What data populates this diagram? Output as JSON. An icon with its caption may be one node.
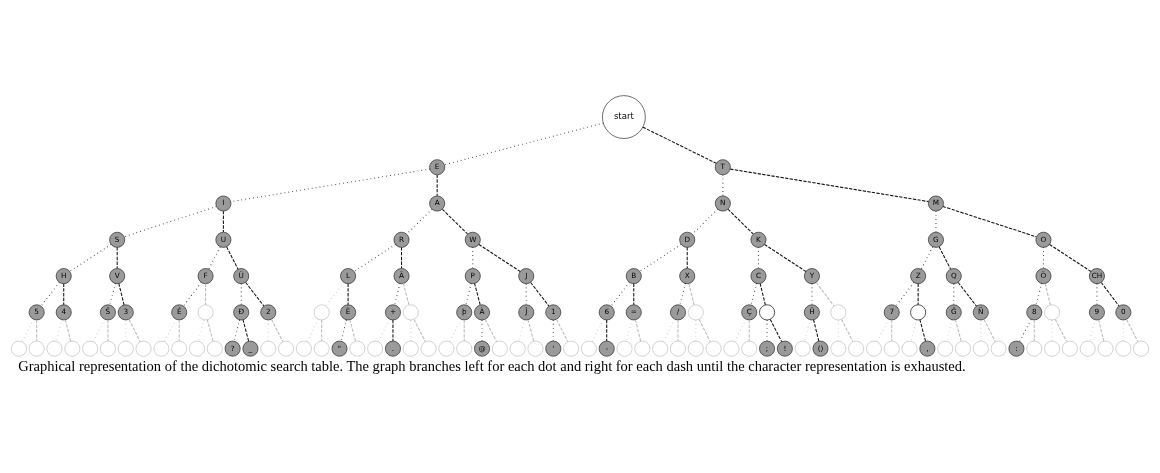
{
  "diagram": {
    "caption": "Graphical representation of the dichotomic search table. The graph branches left for each dot and right for each dash until the character representation is exhausted.",
    "nodes": [
      {
        "text": [
          "start"
        ]
      },
      {
        "text": [
          "E"
        ]
      },
      {
        "text": [
          "T"
        ]
      },
      {
        "text": [
          "I"
        ]
      },
      {
        "text": [
          "A"
        ]
      },
      {
        "text": [
          "N"
        ]
      },
      {
        "text": [
          "M"
        ]
      },
      {
        "text": [
          "S"
        ]
      },
      {
        "text": [
          "U"
        ]
      },
      {
        "text": [
          "R"
        ]
      },
      {
        "text": [
          "W"
        ]
      },
      {
        "text": [
          "D"
        ]
      },
      {
        "text": [
          "K"
        ]
      },
      {
        "text": [
          "G"
        ]
      },
      {
        "text": [
          "O"
        ]
      },
      {
        "text": [
          "H"
        ]
      },
      {
        "text": [
          "V"
        ]
      },
      {
        "text": [
          "F"
        ]
      },
      {
        "text": [
          "Ü"
        ]
      },
      {
        "text": [
          "L"
        ]
      },
      {
        "text": [
          "Ä"
        ]
      },
      {
        "text": [
          "P"
        ]
      },
      {
        "text": [
          "J"
        ]
      },
      {
        "text": [
          "B"
        ]
      },
      {
        "text": [
          "X"
        ]
      },
      {
        "text": [
          "C"
        ]
      },
      {
        "text": [
          "Y"
        ]
      },
      {
        "text": [
          "Z"
        ]
      },
      {
        "text": [
          "Q"
        ]
      },
      {
        "text": [
          "Ö"
        ]
      },
      {
        "text": [
          "CH"
        ]
      },
      {
        "text": [
          "5"
        ]
      },
      {
        "text": [
          "4"
        ]
      },
      {
        "text": [
          "Ŝ"
        ]
      },
      {
        "text": [
          "3"
        ]
      },
      {
        "text": [
          "É"
        ]
      },
      {
        "text": [],
        "shape": "circle"
      },
      {
        "text": [
          "Đ"
        ]
      },
      {
        "text": [
          "2"
        ]
      },
      {
        "text": [],
        "shape": "circle"
      },
      {
        "text": [
          "È"
        ]
      },
      {
        "text": [
          "+"
        ]
      },
      {
        "text": [],
        "shape": "circle"
      },
      {
        "text": [
          "þ"
        ]
      },
      {
        "text": [
          "À"
        ]
      },
      {
        "text": [
          "Ĵ"
        ]
      },
      {
        "text": [
          "1"
        ]
      },
      {
        "text": [
          "6"
        ]
      },
      {
        "text": [
          "="
        ]
      },
      {
        "text": [
          "/"
        ]
      },
      {
        "text": [],
        "shape": "circle"
      },
      {
        "text": [
          "Ç"
        ]
      },
      {
        "text": [],
        "shape": "circle"
      },
      {
        "text": [
          "Ĥ"
        ]
      },
      {
        "text": [],
        "shape": "circle"
      },
      {
        "text": [
          "7"
        ]
      },
      {
        "text": [],
        "shape": "circle"
      },
      {
        "text": [
          "Ĝ"
        ]
      },
      {
        "text": [
          "Ñ"
        ]
      },
      {
        "text": [
          "8"
        ]
      },
      {
        "text": [],
        "shape": "circle"
      },
      {
        "text": [
          "9"
        ]
      },
      {
        "text": [
          "0"
        ]
      },
      {
        "text": [],
        "shape": "circle"
      },
      {
        "text": [],
        "shape": "circle"
      },
      {
        "text": [],
        "shape": "circle"
      },
      {
        "text": [],
        "shape": "circle"
      },
      {
        "text": [],
        "shape": "circle"
      },
      {
        "text": [],
        "shape": "circle"
      },
      {
        "text": [],
        "shape": "circle"
      },
      {
        "text": [],
        "shape": "circle"
      },
      {
        "text": [],
        "shape": "circle"
      },
      {
        "text": [],
        "shape": "circle"
      },
      {
        "text": [],
        "shape": "circle"
      },
      {
        "text": [],
        "shape": "circle"
      },
      {
        "text": [
          "?"
        ]
      },
      {
        "text": [
          "_"
        ]
      },
      {
        "text": [],
        "shape": "circle"
      },
      {
        "text": [],
        "shape": "circle"
      },
      {
        "text": [],
        "shape": "circle"
      },
      {
        "text": [],
        "shape": "circle"
      },
      {
        "text": [
          "\""
        ]
      },
      {
        "text": [],
        "shape": "circle"
      },
      {
        "text": [],
        "shape": "circle"
      },
      {
        "text": [
          "."
        ]
      },
      {
        "text": [],
        "shape": "circle"
      },
      {
        "text": [],
        "shape": "circle"
      },
      {
        "text": [],
        "shape": "circle"
      },
      {
        "text": [],
        "shape": "circle"
      },
      {
        "text": [
          "@"
        ]
      },
      {
        "text": [],
        "shape": "circle"
      },
      {
        "text": [],
        "shape": "circle"
      },
      {
        "text": [],
        "shape": "circle"
      },
      {
        "text": [
          "'"
        ]
      },
      {
        "text": [],
        "shape": "circle"
      },
      {
        "text": [],
        "shape": "circle"
      },
      {
        "text": [
          "-"
        ]
      },
      {
        "text": [],
        "shape": "circle"
      },
      {
        "text": [],
        "shape": "circle"
      },
      {
        "text": [],
        "shape": "circle"
      },
      {
        "text": [],
        "shape": "circle"
      },
      {
        "text": [],
        "shape": "circle"
      },
      {
        "text": [],
        "shape": "circle"
      },
      {
        "text": [],
        "shape": "circle"
      },
      {
        "text": [],
        "shape": "circle"
      },
      {
        "text": [
          ";"
        ]
      },
      {
        "text": [
          "!"
        ]
      },
      {
        "text": [],
        "shape": "circle"
      },
      {
        "text": [
          "()"
        ]
      },
      {
        "text": [],
        "shape": "circle"
      },
      {
        "text": [],
        "shape": "circle"
      },
      {
        "text": [],
        "shape": "circle"
      },
      {
        "text": [],
        "shape": "circle"
      },
      {
        "text": [],
        "shape": "circle"
      },
      {
        "text": [
          ","
        ]
      },
      {
        "text": [],
        "shape": "circle"
      },
      {
        "text": [],
        "shape": "circle"
      },
      {
        "text": [],
        "shape": "circle"
      },
      {
        "text": [],
        "shape": "circle"
      },
      {
        "text": [
          ":"
        ]
      },
      {
        "text": [],
        "shape": "circle"
      },
      {
        "text": [],
        "shape": "circle"
      },
      {
        "text": [],
        "shape": "circle"
      },
      {
        "text": [],
        "shape": "circle"
      },
      {
        "text": [],
        "shape": "circle"
      },
      {
        "text": [],
        "shape": "circle"
      },
      {
        "text": [],
        "shape": "circle"
      }
    ],
    "edges": [
      {
        "from": 0,
        "to": 1,
        "arrow": "none"
      },
      {
        "from": 0,
        "to": 2,
        "arrow": "none",
        "style": "dashed"
      },
      {
        "from": 1,
        "to": 3,
        "arrow": "none"
      },
      {
        "from": 1,
        "to": 4,
        "arrow": "none",
        "style": "dashed"
      },
      {
        "from": 2,
        "to": 5,
        "arrow": "none"
      },
      {
        "from": 2,
        "to": 6,
        "arrow": "none",
        "style": "dashed"
      },
      {
        "from": 3,
        "to": 7,
        "arrow": "none"
      },
      {
        "from": 3,
        "to": 8,
        "arrow": "none",
        "style": "dashed"
      },
      {
        "from": 4,
        "to": 9,
        "arrow": "none"
      },
      {
        "from": 4,
        "to": 10,
        "arrow": "none",
        "style": "dashed"
      },
      {
        "from": 5,
        "to": 11,
        "arrow": "none"
      },
      {
        "from": 5,
        "to": 12,
        "arrow": "none",
        "style": "dashed"
      },
      {
        "from": 6,
        "to": 13,
        "arrow": "none"
      },
      {
        "from": 6,
        "to": 14,
        "arrow": "none",
        "style": "dashed"
      },
      {
        "from": 7,
        "to": 15,
        "arrow": "none"
      },
      {
        "from": 7,
        "to": 16,
        "arrow": "none",
        "style": "dashed"
      },
      {
        "from": 8,
        "to": 17,
        "arrow": "none"
      },
      {
        "from": 8,
        "to": 18,
        "arrow": "none",
        "style": "dashed"
      },
      {
        "from": 9,
        "to": 19,
        "arrow": "none"
      },
      {
        "from": 9,
        "to": 20,
        "arrow": "none",
        "style": "dashed"
      },
      {
        "from": 10,
        "to": 21,
        "arrow": "none"
      },
      {
        "from": 10,
        "to": 22,
        "arrow": "none",
        "style": "dashed"
      },
      {
        "from": 11,
        "to": 23,
        "arrow": "none"
      },
      {
        "from": 11,
        "to": 24,
        "arrow": "none",
        "style": "dashed"
      },
      {
        "from": 12,
        "to": 25,
        "arrow": "none"
      },
      {
        "from": 12,
        "to": 26,
        "arrow": "none",
        "style": "dashed"
      },
      {
        "from": 13,
        "to": 27,
        "arrow": "none"
      },
      {
        "from": 13,
        "to": 28,
        "arrow": "none",
        "style": "dashed"
      },
      {
        "from": 14,
        "to": 29,
        "arrow": "none"
      },
      {
        "from": 14,
        "to": 30,
        "arrow": "none",
        "style": "dashed"
      },
      {
        "from": 15,
        "to": 31,
        "arrow": "none"
      },
      {
        "from": 15,
        "to": 32,
        "arrow": "none",
        "style": "dashed"
      },
      {
        "from": 16,
        "to": 33,
        "arrow": "none"
      },
      {
        "from": 16,
        "to": 34,
        "arrow": "none",
        "style": "dashed"
      },
      {
        "from": 17,
        "to": 35,
        "arrow": "none"
      },
      {
        "from": 17,
        "to": 36,
        "arrow": "none",
        "style": "dashed",
        "color": "#bbbbbb"
      },
      {
        "from": 18,
        "to": 37,
        "arrow": "none"
      },
      {
        "from": 18,
        "to": 38,
        "arrow": "none",
        "style": "dashed"
      },
      {
        "from": 19,
        "to": 39,
        "arrow": "none",
        "color": "#bbbbbb"
      },
      {
        "from": 19,
        "to": 40,
        "arrow": "none",
        "style": "dashed"
      },
      {
        "from": 20,
        "to": 41,
        "arrow": "none"
      },
      {
        "from": 20,
        "to": 42,
        "arrow": "none",
        "style": "dashed",
        "color": "#bbbbbb"
      },
      {
        "from": 21,
        "to": 43,
        "arrow": "none"
      },
      {
        "from": 21,
        "to": 44,
        "arrow": "none",
        "style": "dashed"
      },
      {
        "from": 22,
        "to": 45,
        "arrow": "none"
      },
      {
        "from": 22,
        "to": 46,
        "arrow": "none",
        "style": "dashed"
      },
      {
        "from": 23,
        "to": 47,
        "arrow": "none"
      },
      {
        "from": 23,
        "to": 48,
        "arrow": "none",
        "style": "dashed"
      },
      {
        "from": 24,
        "to": 49,
        "arrow": "none"
      },
      {
        "from": 24,
        "to": 50,
        "arrow": "none",
        "style": "dashed",
        "color": "#bbbbbb"
      },
      {
        "from": 25,
        "to": 51,
        "arrow": "none"
      },
      {
        "from": 25,
        "to": 52,
        "arrow": "none",
        "style": "dashed"
      },
      {
        "from": 26,
        "to": 53,
        "arrow": "none"
      },
      {
        "from": 26,
        "to": 54,
        "arrow": "none",
        "style": "dashed",
        "color": "#bbbbbb"
      },
      {
        "from": 27,
        "to": 55,
        "arrow": "none"
      },
      {
        "from": 27,
        "to": 56,
        "arrow": "none",
        "style": "dashed"
      },
      {
        "from": 28,
        "to": 57,
        "arrow": "none"
      },
      {
        "from": 28,
        "to": 58,
        "arrow": "none",
        "style": "dashed"
      },
      {
        "from": 29,
        "to": 59,
        "arrow": "none"
      },
      {
        "from": 29,
        "to": 60,
        "arrow": "none",
        "style": "dashed",
        "color": "#bbbbbb"
      },
      {
        "from": 30,
        "to": 61,
        "arrow": "none"
      },
      {
        "from": 30,
        "to": 62,
        "arrow": "none",
        "style": "dashed"
      },
      {
        "from": 31,
        "to": 63,
        "arrow": "none",
        "color": "#bbbbbb"
      },
      {
        "from": 31,
        "to": 64,
        "arrow": "none",
        "style": "dashed",
        "color": "#bbbbbb"
      },
      {
        "from": 32,
        "to": 65,
        "arrow": "none",
        "color": "#bbbbbb"
      },
      {
        "from": 32,
        "to": 66,
        "arrow": "none",
        "style": "dashed",
        "color": "#bbbbbb"
      },
      {
        "from": 33,
        "to": 67,
        "arrow": "none",
        "color": "#bbbbbb"
      },
      {
        "from": 33,
        "to": 68,
        "arrow": "none",
        "style": "dashed",
        "color": "#bbbbbb"
      },
      {
        "from": 34,
        "to": 69,
        "arrow": "none",
        "color": "#bbbbbb"
      },
      {
        "from": 34,
        "to": 70,
        "arrow": "none",
        "style": "dashed",
        "color": "#bbbbbb"
      },
      {
        "from": 35,
        "to": 71,
        "arrow": "none",
        "color": "#bbbbbb"
      },
      {
        "from": 35,
        "to": 72,
        "arrow": "none",
        "style": "dashed",
        "color": "#bbbbbb"
      },
      {
        "from": 36,
        "to": 73,
        "arrow": "none",
        "color": "#bbbbbb"
      },
      {
        "from": 36,
        "to": 74,
        "arrow": "none",
        "style": "dashed",
        "color": "#bbbbbb"
      },
      {
        "from": 37,
        "to": 75,
        "arrow": "none"
      },
      {
        "from": 37,
        "to": 76,
        "arrow": "none",
        "style": "dashed"
      },
      {
        "from": 38,
        "to": 77,
        "arrow": "none",
        "color": "#bbbbbb"
      },
      {
        "from": 38,
        "to": 78,
        "arrow": "none",
        "style": "dashed",
        "color": "#bbbbbb"
      },
      {
        "from": 39,
        "to": 79,
        "arrow": "none",
        "color": "#bbbbbb"
      },
      {
        "from": 39,
        "to": 80,
        "arrow": "none",
        "style": "dashed",
        "color": "#bbbbbb"
      },
      {
        "from": 40,
        "to": 81,
        "arrow": "none"
      },
      {
        "from": 40,
        "to": 82,
        "arrow": "none",
        "style": "dashed",
        "color": "#bbbbbb"
      },
      {
        "from": 41,
        "to": 83,
        "arrow": "none",
        "color": "#bbbbbb"
      },
      {
        "from": 41,
        "to": 84,
        "arrow": "none",
        "style": "dashed"
      },
      {
        "from": 42,
        "to": 85,
        "arrow": "none",
        "color": "#bbbbbb"
      },
      {
        "from": 42,
        "to": 86,
        "arrow": "none",
        "style": "dashed",
        "color": "#bbbbbb"
      },
      {
        "from": 43,
        "to": 87,
        "arrow": "none",
        "color": "#bbbbbb"
      },
      {
        "from": 43,
        "to": 88,
        "arrow": "none",
        "style": "dashed",
        "color": "#bbbbbb"
      },
      {
        "from": 44,
        "to": 89,
        "arrow": "none"
      },
      {
        "from": 44,
        "to": 90,
        "arrow": "none",
        "style": "dashed",
        "color": "#bbbbbb"
      },
      {
        "from": 45,
        "to": 91,
        "arrow": "none",
        "color": "#bbbbbb"
      },
      {
        "from": 45,
        "to": 92,
        "arrow": "none",
        "style": "dashed",
        "color": "#bbbbbb"
      },
      {
        "from": 46,
        "to": 93,
        "arrow": "none"
      },
      {
        "from": 46,
        "to": 94,
        "arrow": "none",
        "style": "dashed",
        "color": "#bbbbbb"
      },
      {
        "from": 47,
        "to": 95,
        "arrow": "none",
        "color": "#bbbbbb"
      },
      {
        "from": 47,
        "to": 96,
        "arrow": "none",
        "style": "dashed"
      },
      {
        "from": 48,
        "to": 97,
        "arrow": "none",
        "color": "#bbbbbb"
      },
      {
        "from": 48,
        "to": 98,
        "arrow": "none",
        "style": "dashed",
        "color": "#bbbbbb"
      },
      {
        "from": 49,
        "to": 99,
        "arrow": "none",
        "color": "#bbbbbb"
      },
      {
        "from": 49,
        "to": 100,
        "arrow": "none",
        "style": "dashed",
        "color": "#bbbbbb"
      },
      {
        "from": 50,
        "to": 101,
        "arrow": "none",
        "color": "#bbbbbb"
      },
      {
        "from": 50,
        "to": 102,
        "arrow": "none",
        "style": "dashed",
        "color": "#bbbbbb"
      },
      {
        "from": 51,
        "to": 103,
        "arrow": "none",
        "color": "#bbbbbb"
      },
      {
        "from": 51,
        "to": 104,
        "arrow": "none",
        "style": "dashed",
        "color": "#bbbbbb"
      },
      {
        "from": 52,
        "to": 105,
        "arrow": "none"
      },
      {
        "from": 52,
        "to": 106,
        "arrow": "none",
        "style": "dashed"
      },
      {
        "from": 53,
        "to": 107,
        "arrow": "none",
        "color": "#bbbbbb"
      },
      {
        "from": 53,
        "to": 108,
        "arrow": "none",
        "style": "dashed"
      },
      {
        "from": 54,
        "to": 109,
        "arrow": "none",
        "color": "#bbbbbb"
      },
      {
        "from": 54,
        "to": 110,
        "arrow": "none",
        "style": "dashed",
        "color": "#bbbbbb"
      },
      {
        "from": 55,
        "to": 111,
        "arrow": "none",
        "color": "#bbbbbb"
      },
      {
        "from": 55,
        "to": 112,
        "arrow": "none",
        "style": "dashed",
        "color": "#bbbbbb"
      },
      {
        "from": 56,
        "to": 113,
        "arrow": "none",
        "color": "#bbbbbb"
      },
      {
        "from": 56,
        "to": 114,
        "arrow": "none",
        "style": "dashed"
      },
      {
        "from": 57,
        "to": 115,
        "arrow": "none",
        "color": "#bbbbbb"
      },
      {
        "from": 57,
        "to": 116,
        "arrow": "none",
        "style": "dashed",
        "color": "#bbbbbb"
      },
      {
        "from": 58,
        "to": 117,
        "arrow": "none",
        "color": "#bbbbbb"
      },
      {
        "from": 58,
        "to": 118,
        "arrow": "none",
        "style": "dashed",
        "color": "#bbbbbb"
      },
      {
        "from": 59,
        "to": 119,
        "arrow": "none"
      },
      {
        "from": 59,
        "to": 120,
        "arrow": "none",
        "style": "dashed",
        "color": "#bbbbbb"
      },
      {
        "from": 60,
        "to": 121,
        "arrow": "none",
        "color": "#bbbbbb"
      },
      {
        "from": 60,
        "to": 122,
        "arrow": "none",
        "style": "dashed",
        "color": "#bbbbbb"
      },
      {
        "from": 61,
        "to": 123,
        "arrow": "none",
        "color": "#bbbbbb"
      },
      {
        "from": 61,
        "to": 124,
        "arrow": "none",
        "style": "dashed",
        "color": "#bbbbbb"
      },
      {
        "from": 62,
        "to": 125,
        "arrow": "none",
        "color": "#bbbbbb"
      },
      {
        "from": 62,
        "to": 126,
        "arrow": "none",
        "style": "dashed",
        "color": "#bbbbbb"
      }
    ]
  }
}
